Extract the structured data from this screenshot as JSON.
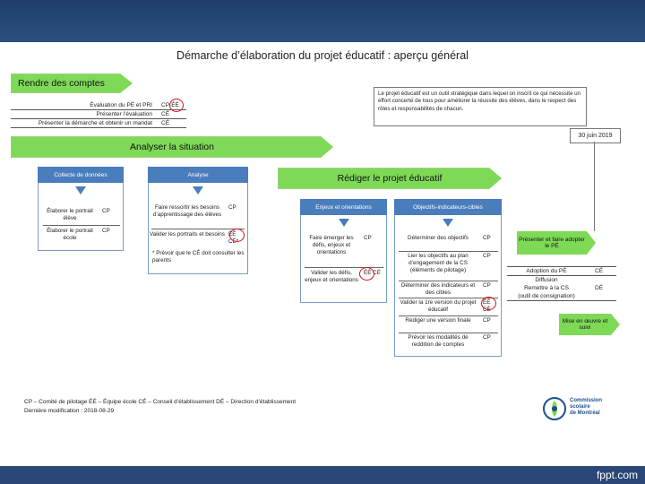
{
  "title": "Démarche d’élaboration du projet éducatif : aperçu général",
  "brand": "fppt.com",
  "arrows": {
    "rendre": "Rendre des comptes",
    "analyser": "Analyser la situation",
    "rediger": "Rédiger le projet éducatif"
  },
  "rendre_table": [
    {
      "task": "Évaluation du PÉ et PRI",
      "actor": "CP-ÉÉ"
    },
    {
      "task": "Présenter l’évaluation",
      "actor": "CÉ"
    },
    {
      "task": "Présenter la démarche et obtenir un mandat",
      "actor": "CÉ"
    }
  ],
  "info_text": "Le projet éducatif est un outil stratégique dans lequel on inscrit ce qui nécessite un effort concerté de tous pour améliorer la réussite des élèves, dans le respect des rôles et responsabilités de chacun.",
  "date": "30 juin 2019",
  "collecte": {
    "header": "Collecte de données",
    "rows": [
      {
        "task": "Élaborer le portrait élève",
        "actor": "CP"
      },
      {
        "task": "Élaborer le portrait école",
        "actor": "CP"
      }
    ]
  },
  "analyse": {
    "header": "Analyse",
    "rows": [
      {
        "task": "Faire ressortir les besoins d’apprentissage des élèves",
        "actor": "CP"
      },
      {
        "task": "Valider les portraits et besoins",
        "actor": "ÉÉ CÉ*"
      }
    ],
    "note": "* Prévoir que le CÉ doit consulter les parents"
  },
  "enjeux": {
    "header": "Enjeux et orientations",
    "rows": [
      {
        "task": "Faire émerger les défis, enjeux et orientations",
        "actor": "CP"
      },
      {
        "task": "Valider les défis, enjeux et orientations",
        "actor": "ÉÉ CÉ"
      }
    ]
  },
  "objectifs": {
    "header": "Objectifs-indicateurs-cibles",
    "rows": [
      {
        "task": "Déterminer des objectifs",
        "actor": "CP"
      },
      {
        "task": "Lier les objectifs au plan d’engagement de la CS (éléments de pilotage)",
        "actor": "CP"
      },
      {
        "task": "Déterminer des indicateurs et des cibles",
        "actor": "CP"
      },
      {
        "task": "Valider la 1re version du projet éducatif",
        "actor": "ÉÉ CÉ"
      },
      {
        "task": "Rédiger une version finale",
        "actor": "CP"
      },
      {
        "task": "Prévoir les modalités de reddition de comptes",
        "actor": "CP"
      }
    ]
  },
  "presenter_box": "Présenter et faire adopter le PÉ",
  "adoption_table": [
    {
      "task": "Adoption du PÉ",
      "actor": "CÉ"
    },
    {
      "task": "Diffusion",
      "actor": ""
    },
    {
      "task": "Remettre à la CS",
      "actor": "DÉ"
    },
    {
      "task": "(outil de consignation)",
      "actor": ""
    }
  ],
  "mise_box": "Mise en œuvre et suivi",
  "legend": {
    "line1": "CP – Comité de pilotage   ÉÉ – Équipe école   CÉ – Conseil d’établissement   DÉ – Direction d’établissement",
    "line2": "Dernière modification : 2018-08-29"
  },
  "logo_text": [
    "Commission",
    "scolaire",
    "de Montréal"
  ],
  "colors": {
    "green": "#7ed957",
    "blue": "#4a7dbc",
    "red": "#d11111",
    "navy": "#2a4777"
  }
}
